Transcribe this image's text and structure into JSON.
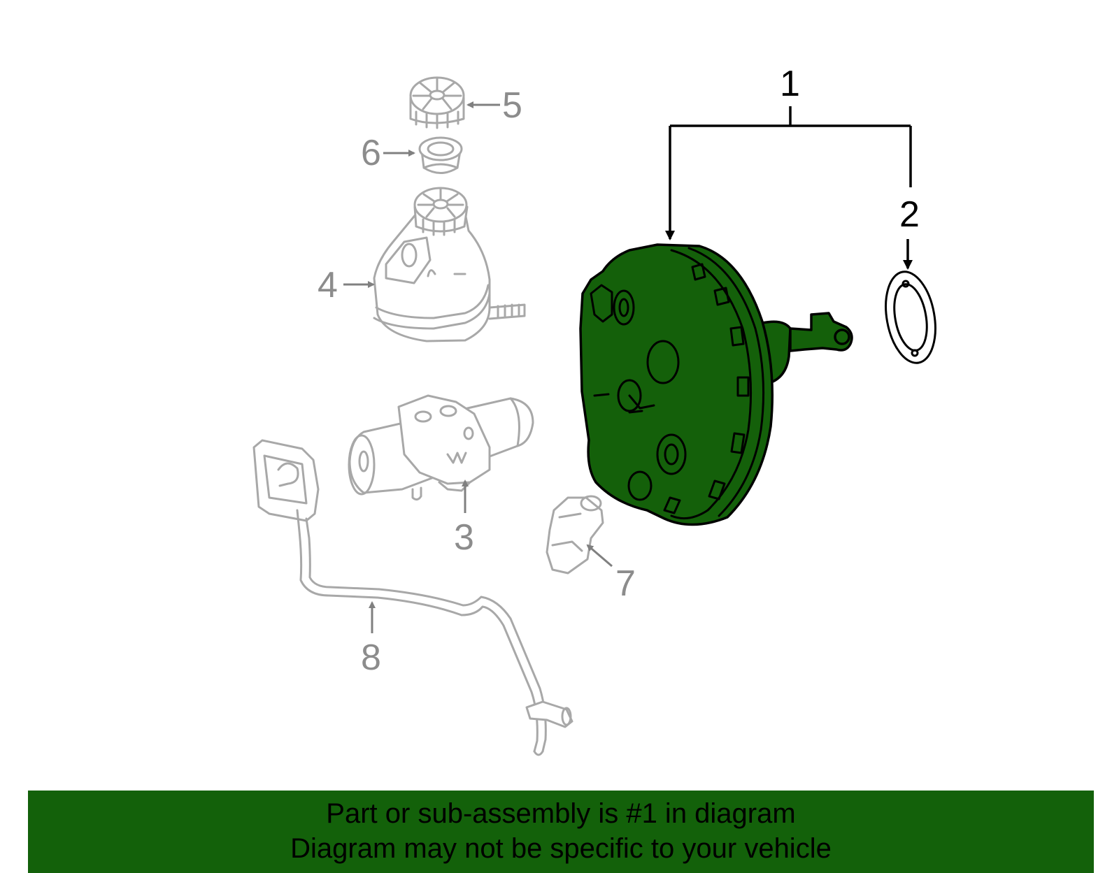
{
  "callouts": {
    "c1": "1",
    "c2": "2",
    "c3": "3",
    "c4": "4",
    "c5": "5",
    "c6": "6",
    "c7": "7",
    "c8": "8"
  },
  "banner": {
    "line1": "Part or sub-assembly is #1 in diagram",
    "line2": "Diagram may not be specific to your vehicle"
  },
  "colors": {
    "highlight": "#14600a",
    "banner": "#13610a",
    "inactive_part": "#a8a8a8",
    "active_outline": "#000000"
  }
}
